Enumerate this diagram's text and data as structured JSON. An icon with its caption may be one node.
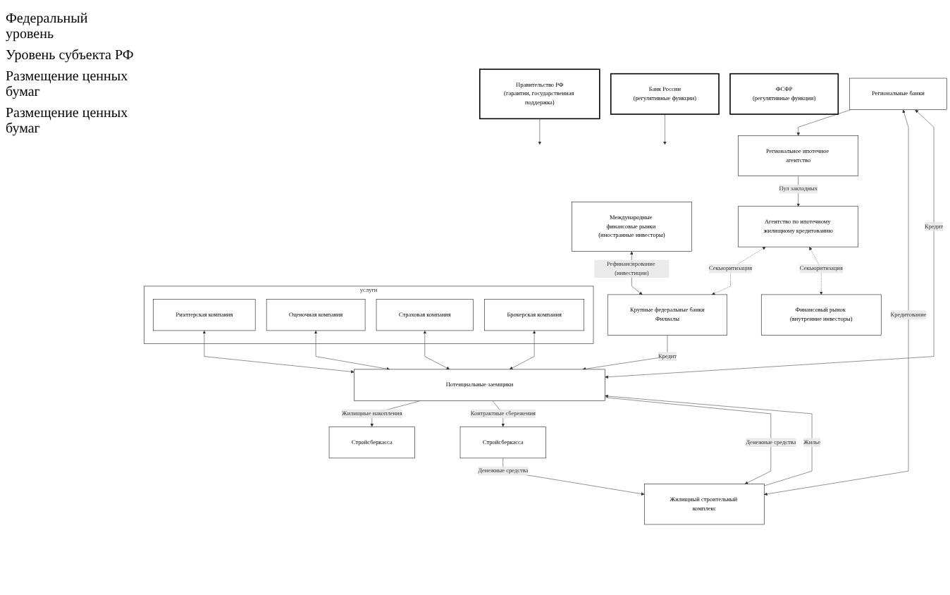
{
  "diagram": {
    "nodes": [
      {
        "text": [
          "Правительство РФ",
          "(гарантии, государственная поддержка)"
        ]
      },
      {
        "text": [
          "Банк России",
          "(регулятивные функции)"
        ]
      },
      {
        "text": [
          "ФСФР",
          "(регулятивные функции)"
        ]
      },
      {
        "text": [
          "Международные финансовые рынки (иностранные инвесторы)"
        ]
      },
      {
        "text": [
          "Финансовый рынок (внутренние инвесторы)"
        ]
      },
      {
        "text": [
          "Агентство по ипотечному жилищному кредитованию"
        ]
      },
      {
        "text": [
          "Крупные федеральные банки",
          "Филиалы"
        ]
      },
      {
        "text": [
          "Региональные банки"
        ]
      },
      {
        "text": [
          "Региональное ипотечное агентство"
        ]
      },
      {
        "text": [
          "Жилищный строительный комплекс"
        ]
      },
      {
        "text": [
          "Стройсберкасса"
        ]
      },
      {
        "text": [
          "Стройсберкасса"
        ]
      },
      {
        "text": [
          "услуги"
        ]
      },
      {
        "text": [
          "Риэлтерская компания"
        ],
        "in": 12
      },
      {
        "text": [
          "Оценочная компания"
        ],
        "in": 12
      },
      {
        "text": [
          "Страховая компания"
        ],
        "in": 12
      },
      {
        "text": [
          "Брокерская компания"
        ],
        "in": 12
      },
      {
        "text": [
          "Потенциальные заемщики"
        ]
      }
    ],
    "edges": [
      {
        "from": 0,
        "to": null,
        "arrow": "to"
      },
      {
        "from": 1,
        "to": null,
        "arrow": "to"
      },
      {
        "from": 3,
        "to": 6,
        "arrow": "both",
        "label": "Рефинансирование (инвестиции)"
      },
      {
        "from": 5,
        "to": 6,
        "arrow": "both",
        "label": "Секьюритизация",
        "style": "dashed"
      },
      {
        "from": 5,
        "to": 4,
        "arrow": "both",
        "label": "Секьюритизация",
        "style": "dashed"
      },
      {
        "from": 8,
        "to": 5,
        "arrow": "to",
        "label": "Пул закладных"
      },
      {
        "from": 7,
        "to": 8,
        "arrow": "to"
      },
      {
        "from": 7,
        "to": 9,
        "arrow": "both",
        "label": "Кредитование"
      },
      {
        "from": 6,
        "to": 17,
        "arrow": "to",
        "label": "Кредит"
      },
      {
        "from": 7,
        "to": 17,
        "arrow": "both",
        "label": "Кредит"
      },
      {
        "from": 17,
        "to": 10,
        "arrow": "to",
        "label": "Жилищные накопления"
      },
      {
        "from": 17,
        "to": 11,
        "arrow": "to",
        "label": "Контрактные сбережения"
      },
      {
        "from": 11,
        "to": 9,
        "arrow": "to",
        "label": "Денежные средства"
      },
      {
        "from": 13,
        "to": 17,
        "arrow": "both"
      },
      {
        "from": 14,
        "to": 17,
        "arrow": "both"
      },
      {
        "from": 15,
        "to": 17,
        "arrow": "both"
      },
      {
        "from": 16,
        "to": 17,
        "arrow": "both"
      },
      {
        "from": 17,
        "to": 9,
        "arrow": "to",
        "label": "Денежные средства"
      },
      {
        "from": 9,
        "to": 17,
        "arrow": "to",
        "label": "Жилье"
      }
    ],
    "labels": [
      "Федеральный уровень",
      "Уровень субъекта РФ",
      "Размещение ценных бумаг",
      "Размещение ценных бумаг"
    ]
  }
}
